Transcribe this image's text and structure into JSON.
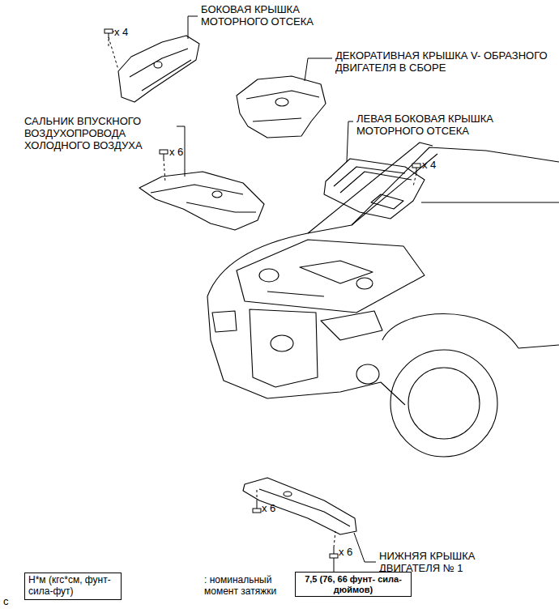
{
  "diagram": {
    "nodes": [
      {
        "text": [
          "Н*м (кгс*см, фунт- сила-фут)"
        ]
      },
      {
        "text": [
          "7,5 (76, 66 фунт- сила-дюймов)"
        ]
      }
    ],
    "labels": [
      "БОКОВАЯ КРЫШКА МОТОРНОГО ОТСЕКА",
      "x 4",
      "ДЕКОРАТИВНАЯ КРЫШКА V- ОБРАЗНОГО ДВИГАТЕЛЯ В СБОРЕ",
      "САЛЬНИК ВПУСКНОГО ВОЗДУХОПРОВОДА ХОЛОДНОГО ВОЗДУХА",
      "ЛЕВАЯ БОКОВАЯ КРЫШКА МОТОРНОГО ОТСЕКА",
      "x 6",
      "x 4",
      "x 6",
      "НИЖНЯЯ КРЫШКА ДВИГАТЕЛЯ № 1",
      "x 6",
      ": номинальный момент затяжки",
      "c"
    ]
  }
}
